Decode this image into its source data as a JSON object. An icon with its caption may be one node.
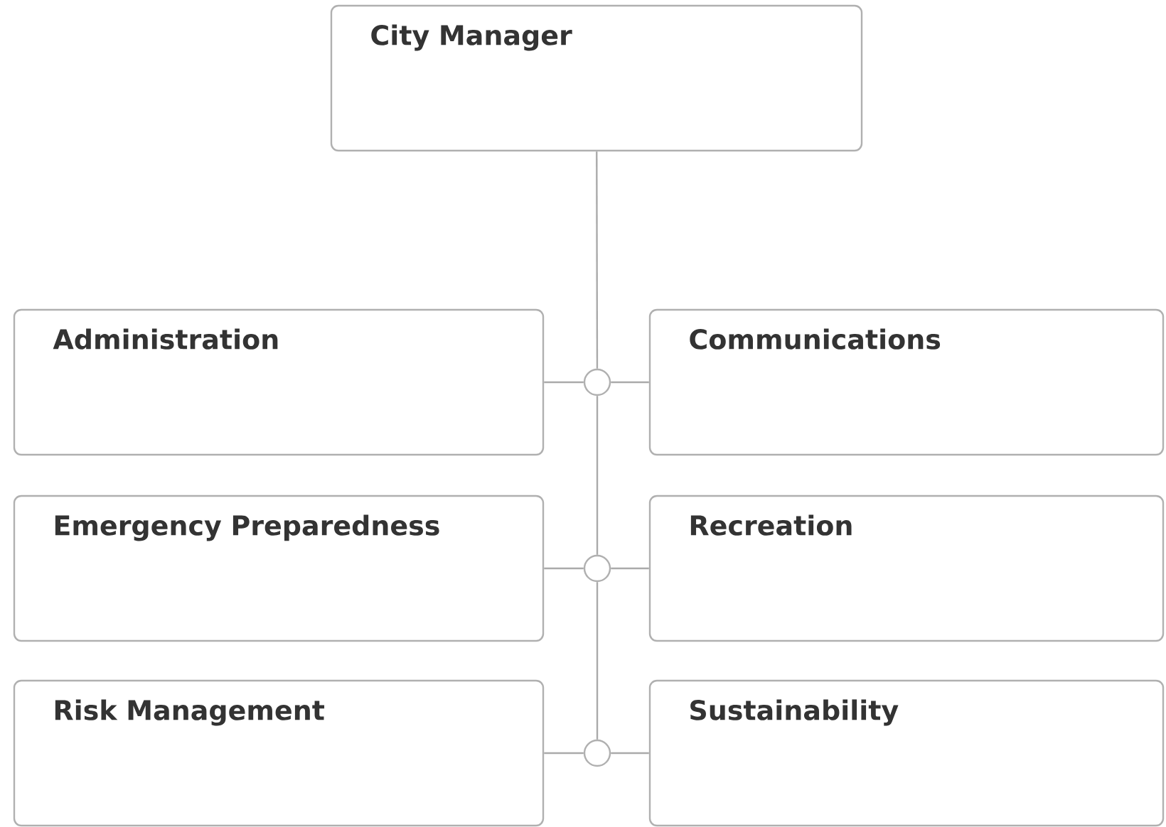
{
  "diagram": {
    "nodes": [
      {
        "text": [
          "City Manager"
        ]
      },
      {
        "text": [
          "Administration"
        ]
      },
      {
        "text": [],
        "shape": "circle"
      },
      {
        "text": [
          "Communications"
        ]
      },
      {
        "text": [
          "Emergency Preparedness"
        ]
      },
      {
        "text": [],
        "shape": "circle"
      },
      {
        "text": [
          "Recreation"
        ]
      },
      {
        "text": [
          "Risk Management"
        ]
      },
      {
        "text": [],
        "shape": "circle"
      },
      {
        "text": [
          "Sustainability"
        ]
      }
    ],
    "edges": [
      {
        "from": 0,
        "to": 2,
        "arrow": "none"
      },
      {
        "from": 2,
        "to": 5,
        "arrow": "none"
      },
      {
        "from": 5,
        "to": 8,
        "arrow": "none"
      },
      {
        "from": 2,
        "to": 1,
        "arrow": "none"
      },
      {
        "from": 2,
        "to": 3,
        "arrow": "none"
      },
      {
        "from": 5,
        "to": 4,
        "arrow": "none"
      },
      {
        "from": 5,
        "to": 6,
        "arrow": "none"
      },
      {
        "from": 8,
        "to": 7,
        "arrow": "none"
      },
      {
        "from": 8,
        "to": 9,
        "arrow": "none"
      }
    ]
  }
}
